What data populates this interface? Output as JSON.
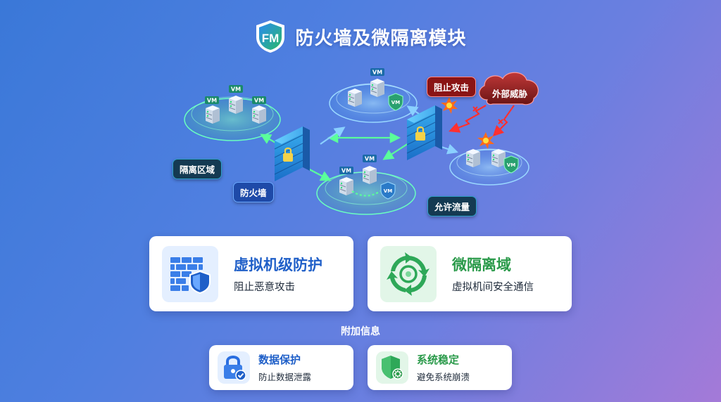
{
  "header": {
    "title": "防火墙及微隔离模块",
    "logo_text": "FM"
  },
  "diagram": {
    "vm_label": "VM",
    "labels": {
      "isolation_zone": "隔离区域",
      "firewall": "防火墙",
      "allowed_traffic": "允许流量",
      "block_attack": "阻止攻击",
      "external_threat": "外部威胁"
    }
  },
  "features": [
    {
      "title": "虚拟机级防护",
      "subtitle": "阻止恶意攻击",
      "icon": "firewall-shield-icon",
      "color": "#1f5fc8"
    },
    {
      "title": "微隔离域",
      "subtitle": "虚拟机间安全通信",
      "icon": "circular-arrows-icon",
      "color": "#2a9a4a"
    }
  ],
  "additional": {
    "label": "附加信息",
    "items": [
      {
        "title": "数据保护",
        "subtitle": "防止数据泄露",
        "icon": "lock-icon",
        "color": "#1f5fc8"
      },
      {
        "title": "系统稳定",
        "subtitle": "避免系统崩溃",
        "icon": "gear-shield-icon",
        "color": "#2a9a4a"
      }
    ]
  }
}
